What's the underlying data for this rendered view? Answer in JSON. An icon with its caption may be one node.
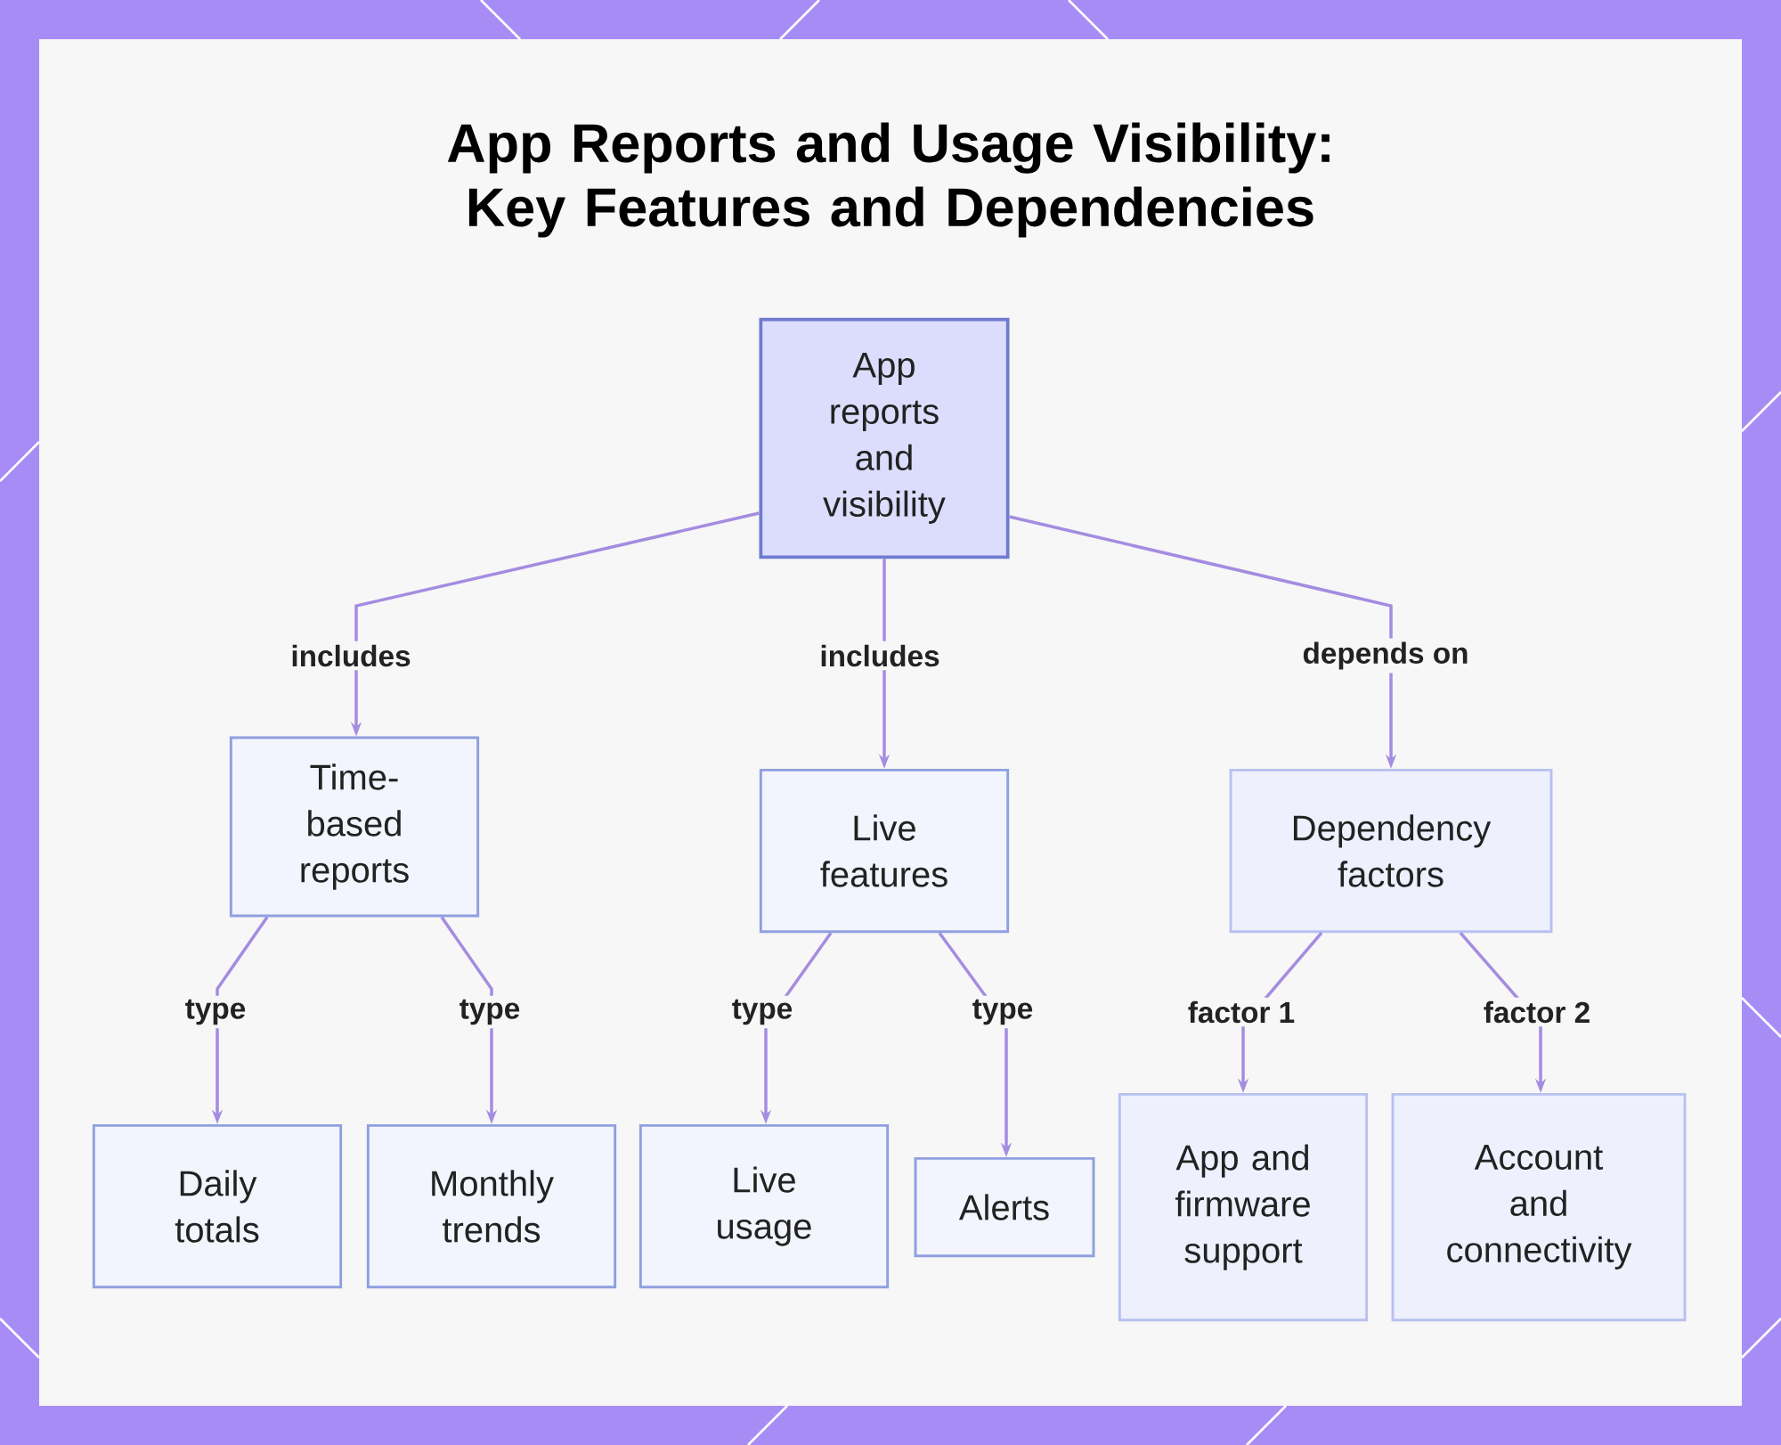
{
  "diagram": {
    "title": "App Reports and Usage Visibility: Key Features and Dependencies",
    "nodes": [
      {
        "text": [
          "App reports and visibility"
        ]
      },
      {
        "text": [
          "Time-based reports"
        ]
      },
      {
        "text": [
          "Live features"
        ]
      },
      {
        "text": [
          "Dependency factors"
        ]
      },
      {
        "text": [
          "Daily totals"
        ]
      },
      {
        "text": [
          "Monthly trends"
        ]
      },
      {
        "text": [
          "Live usage"
        ]
      },
      {
        "text": [
          "Alerts"
        ]
      },
      {
        "text": [
          "App and firmware support"
        ]
      },
      {
        "text": [
          "Account and connectivity"
        ]
      }
    ],
    "edges": [
      {
        "from": 0,
        "to": 1,
        "arrow": "to",
        "label": "includes"
      },
      {
        "from": 0,
        "to": 2,
        "arrow": "to",
        "label": "includes"
      },
      {
        "from": 0,
        "to": 3,
        "arrow": "to",
        "label": "depends on"
      },
      {
        "from": 1,
        "to": 4,
        "arrow": "to",
        "label": "type"
      },
      {
        "from": 1,
        "to": 5,
        "arrow": "to",
        "label": "type"
      },
      {
        "from": 2,
        "to": 6,
        "arrow": "to",
        "label": "type"
      },
      {
        "from": 2,
        "to": 7,
        "arrow": "to",
        "label": "type"
      },
      {
        "from": 3,
        "to": 8,
        "arrow": "to",
        "label": "factor 1"
      },
      {
        "from": 3,
        "to": 9,
        "arrow": "to",
        "label": "factor 2"
      }
    ]
  }
}
